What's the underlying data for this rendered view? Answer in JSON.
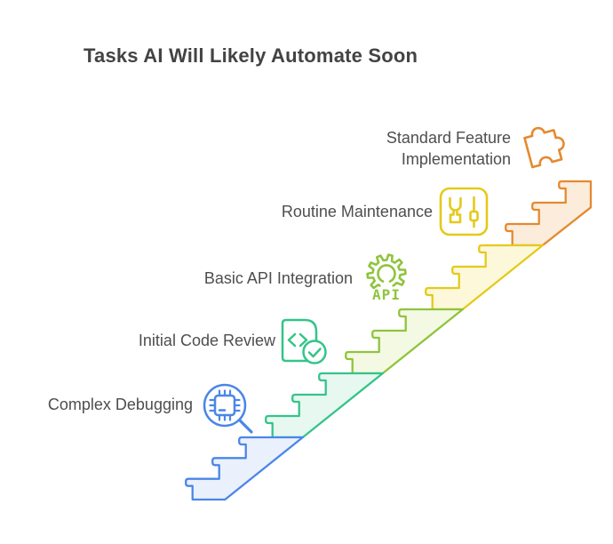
{
  "title": "Tasks AI Will Likely Automate Soon",
  "icon_labels": {
    "api_text": "API"
  },
  "steps": [
    {
      "label": "Complex Debugging",
      "icon": "magnifier-chip-icon",
      "color": "#4a86e8",
      "fill": "#eaf1fc"
    },
    {
      "label": "Initial Code Review",
      "icon": "code-document-check-icon",
      "color": "#34c489",
      "fill": "#e7f8f0"
    },
    {
      "label": "Basic API Integration",
      "icon": "gear-api-icon",
      "color": "#8fc43c",
      "fill": "#f4f9e3"
    },
    {
      "label": "Routine Maintenance",
      "icon": "wrench-screwdriver-icon",
      "color": "#e4ca1a",
      "fill": "#fcf8d9"
    },
    {
      "label": "Standard Feature Implementation",
      "icon": "puzzle-icon",
      "color": "#e5892f",
      "fill": "#fbecdc"
    }
  ]
}
